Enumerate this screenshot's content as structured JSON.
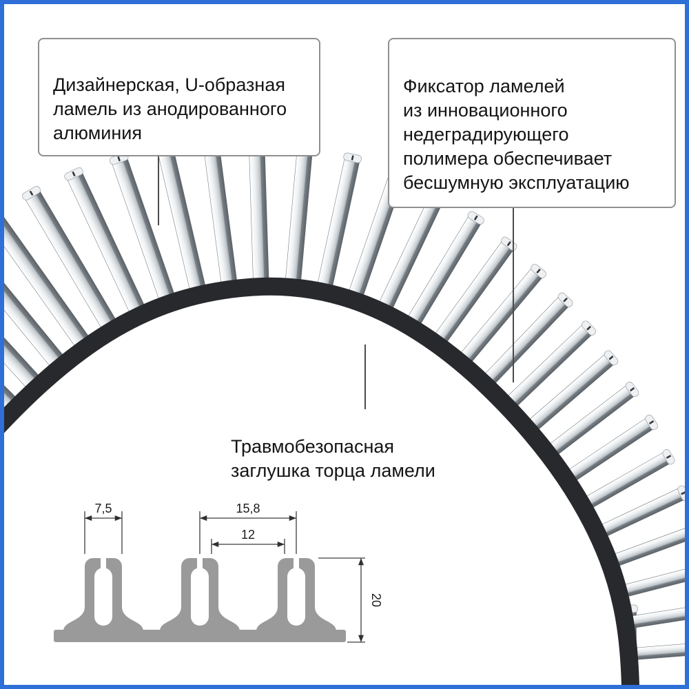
{
  "callouts": {
    "lamella": {
      "text": "Дизайнерская, U-образная\nламель из анодированного\nалюминия"
    },
    "fixator": {
      "text": "Фиксатор ламелей\nиз инновационного\nнедеградирующего\nполимера обеспечивает\nбесшумную эксплуатацию"
    },
    "endcap": {
      "text": "Травмобезопасная\nзаглушка торца ламели"
    }
  },
  "dimensions": {
    "lamella_width_mm": "7,5",
    "pitch_mm": "15,8",
    "inner_gap_mm": "12",
    "height_mm": "20"
  },
  "colors": {
    "frame": "#2e6fd8",
    "band": "#27292c",
    "metal_light": "#f2f4f6",
    "metal_dark": "#757c82",
    "section_gray": "#9a9a9a",
    "dimension_line": "#3c3c3c"
  }
}
